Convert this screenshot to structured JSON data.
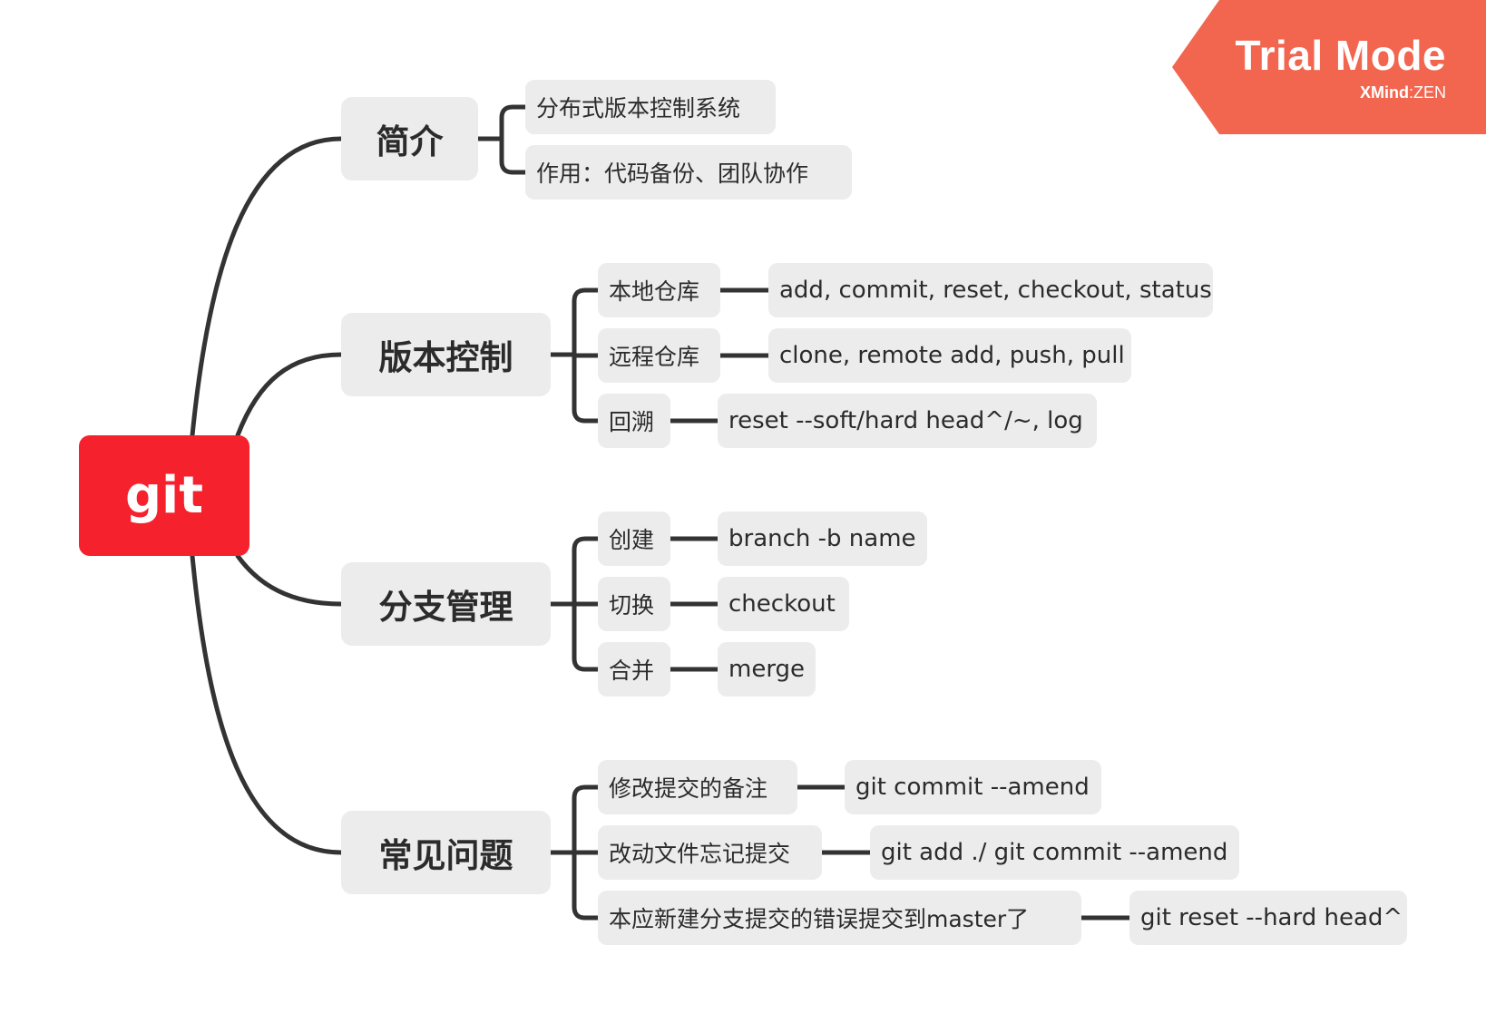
{
  "root": {
    "label": "git"
  },
  "branches": [
    {
      "label": "简介",
      "children": [
        {
          "label": "分布式版本控制系统"
        },
        {
          "label": "作用：代码备份、团队协作"
        }
      ]
    },
    {
      "label": "版本控制",
      "children": [
        {
          "label": "本地仓库",
          "detail": "add, commit, reset, checkout, status"
        },
        {
          "label": "远程仓库",
          "detail": "clone, remote add, push, pull"
        },
        {
          "label": "回溯",
          "detail": "reset --soft/hard head^/~, log"
        }
      ]
    },
    {
      "label": "分支管理",
      "children": [
        {
          "label": "创建",
          "detail": "branch -b name"
        },
        {
          "label": "切换",
          "detail": "checkout"
        },
        {
          "label": "合并",
          "detail": "merge"
        }
      ]
    },
    {
      "label": "常见问题",
      "children": [
        {
          "label": "修改提交的备注",
          "detail": "git commit --amend"
        },
        {
          "label": "改动文件忘记提交",
          "detail": "git add ./ git commit --amend"
        },
        {
          "label": "本应新建分支提交的错误提交到master了",
          "detail": "git reset --hard head^"
        }
      ]
    }
  ],
  "watermark": {
    "title": "Trial Mode",
    "brand_main": "XMind",
    "brand_sep": ":",
    "brand_sub": "ZEN",
    "color": "#f26650"
  },
  "colors": {
    "root": "#f5222d",
    "node": "#ececec",
    "line": "#333333"
  }
}
